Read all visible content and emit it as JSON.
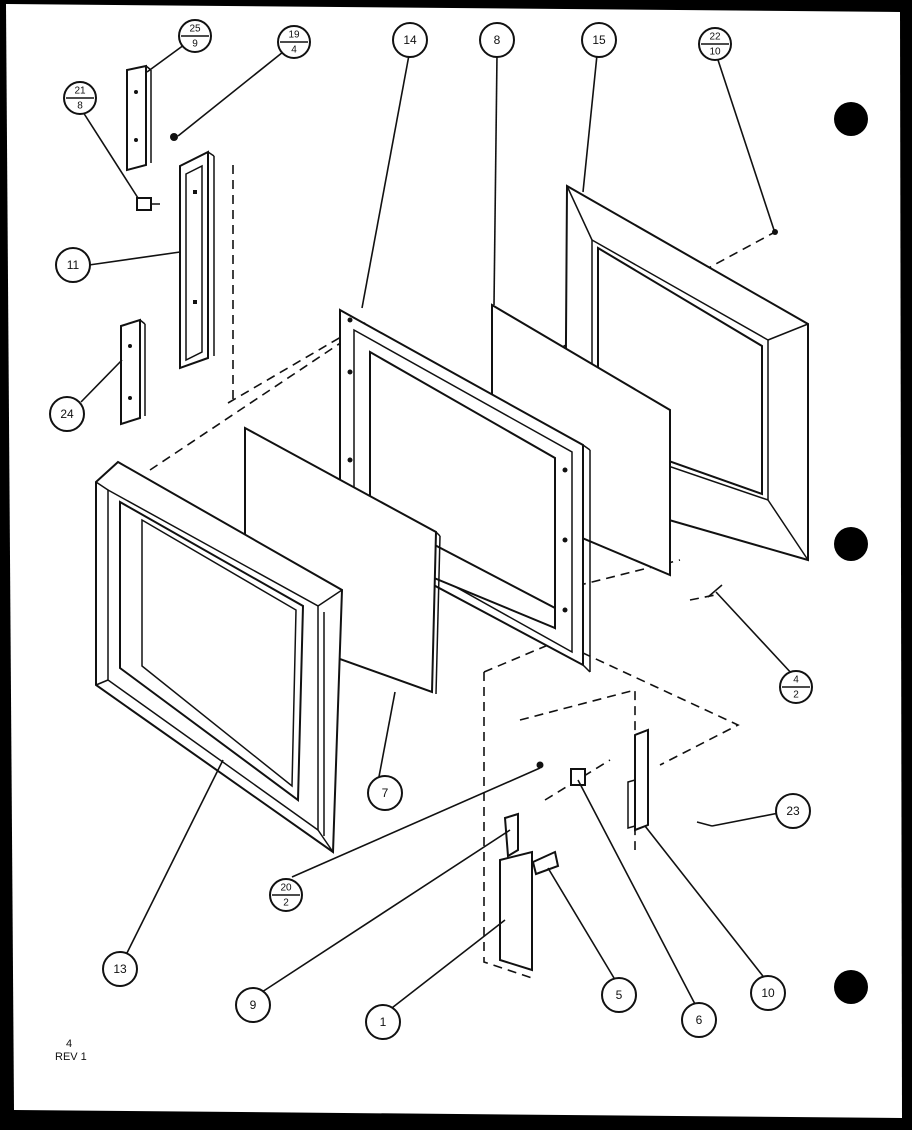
{
  "colors": {
    "background": "#ffffff",
    "ink": "#111111",
    "border": "#000000"
  },
  "callouts": {
    "c1": "1",
    "c5": "5",
    "c6": "6",
    "c7": "7",
    "c8": "8",
    "c9": "9",
    "c10": "10",
    "c11": "11",
    "c13": "13",
    "c14": "14",
    "c15": "15",
    "c23": "23",
    "c24": "24"
  },
  "fraction_callouts": {
    "f_top_left": {
      "top": "25",
      "bottom": "9"
    },
    "f_left": {
      "top": "21",
      "bottom": "8"
    },
    "f_top": {
      "top": "19",
      "bottom": "4"
    },
    "f_top_right": {
      "top": "22",
      "bottom": "10"
    },
    "f_right": {
      "top": "4",
      "bottom": "2"
    },
    "f_lower": {
      "top": "20",
      "bottom": "2"
    }
  },
  "revision": {
    "number": "4",
    "label": "REV  1"
  }
}
